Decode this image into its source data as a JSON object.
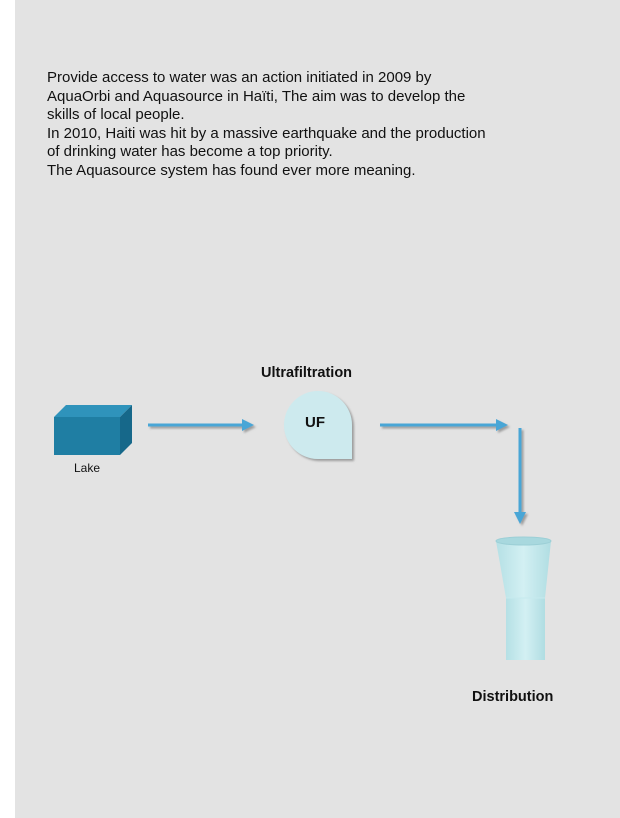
{
  "intro": {
    "lines": [
      "Provide access to water was an action initiated in 2009 by",
      "AquaOrbi and Aquasource in Haïti, The aim was to develop the",
      "skills of local people.",
      "In 2010, Haiti was hit by a massive earthquake and the production",
      "of drinking water has become a top priority.",
      "The Aquasource system has found ever more meaning."
    ]
  },
  "diagram": {
    "source_label": "Lake",
    "process_title": "Ultrafiltration",
    "process_abbr": "UF",
    "output_label": "Distribution"
  },
  "colors": {
    "background": "#e3e3e3",
    "lake_front": "#1f7ea3",
    "lake_top": "#2f93bb",
    "lake_side": "#16688a",
    "uf_fill": "#cdeaee",
    "arrow": "#4aa6d6",
    "glass": "#bfe6ea"
  }
}
